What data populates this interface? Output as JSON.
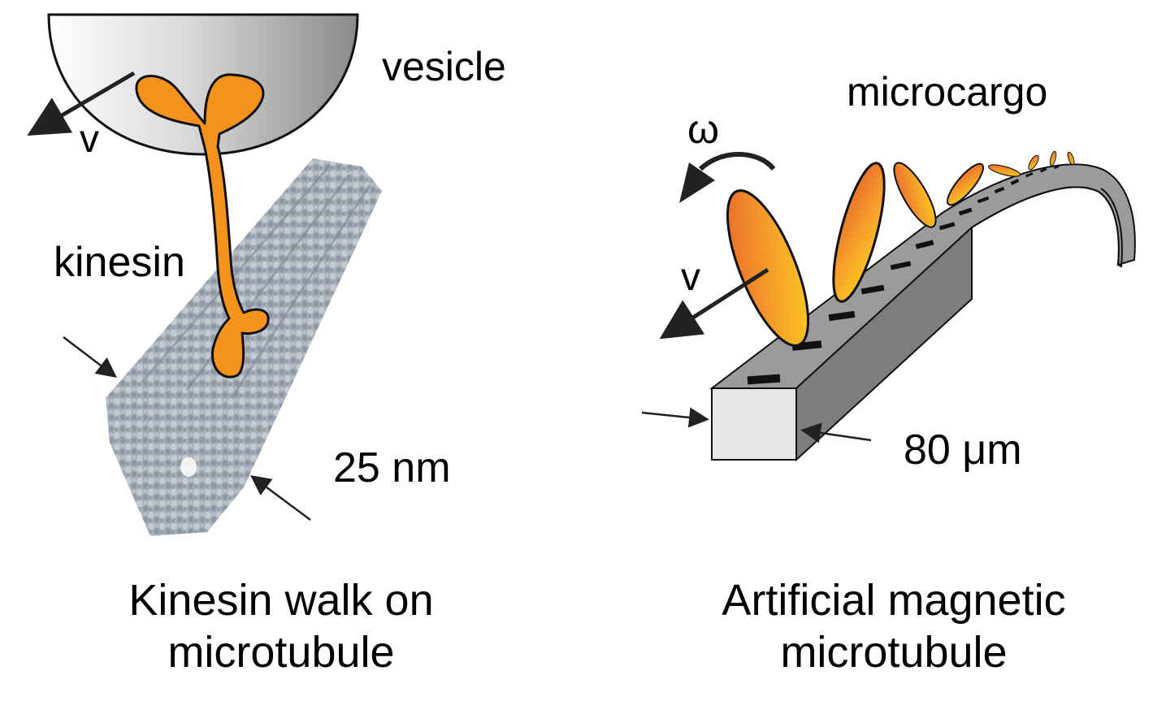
{
  "left_panel": {
    "vesicle_label": "vesicle",
    "velocity_label": "v",
    "kinesin_label": "kinesin",
    "diameter_label": "25 nm",
    "caption_line1": "Kinesin walk on",
    "caption_line2": "microtubule"
  },
  "right_panel": {
    "cargo_label": "microcargo",
    "omega_label": "ω",
    "velocity_label": "v",
    "width_label": "80 μm",
    "caption_line1": "Artificial magnetic",
    "caption_line2": "microtubule"
  },
  "colors": {
    "kinesin": "#f5921e",
    "microtubule": "#9aa3ad",
    "beam_top": "#9b9b9b",
    "beam_end": "#e6e6e6",
    "cargo_inner": "#ffd21a",
    "cargo_outer": "#e8612c"
  },
  "icons": [
    "velocity-arrow-icon",
    "rotation-arrow-icon",
    "dimension-arrow-icon"
  ]
}
